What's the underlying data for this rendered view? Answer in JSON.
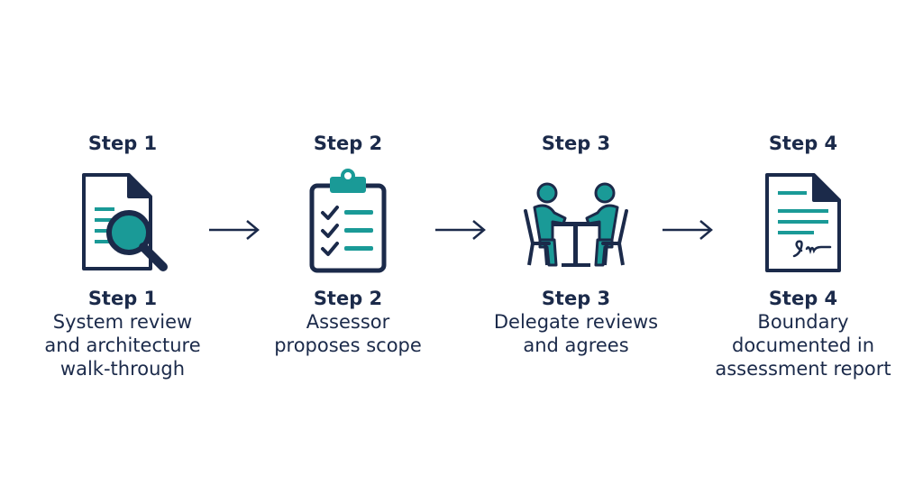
{
  "colors": {
    "navy": "#1b2a4a",
    "teal": "#1a9a97"
  },
  "steps": [
    {
      "heading": "Step 1",
      "label": "Step 1",
      "desc_lines": [
        "System review",
        "and architecture",
        "walk-through"
      ],
      "icon": "document-magnifier-icon"
    },
    {
      "heading": "Step 2",
      "label": "Step 2",
      "desc_lines": [
        "Assessor",
        "proposes scope"
      ],
      "icon": "clipboard-checklist-icon"
    },
    {
      "heading": "Step 3",
      "label": "Step 3",
      "desc_lines": [
        "Delegate reviews",
        "and agrees"
      ],
      "icon": "meeting-table-icon"
    },
    {
      "heading": "Step 4",
      "label": "Step 4",
      "desc_lines": [
        "Boundary",
        "documented in",
        "assessment report"
      ],
      "icon": "signed-document-icon"
    }
  ],
  "connectors": [
    "arrow-right-icon",
    "arrow-right-icon",
    "arrow-right-icon"
  ]
}
